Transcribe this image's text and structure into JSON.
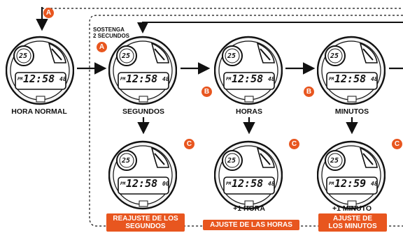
{
  "top_note": {
    "line1": "SOSTENGA",
    "line2": "2 SECUNDOS"
  },
  "markers": {
    "a": "A",
    "b": "B",
    "c": "C"
  },
  "watch_text": {
    "mode_small": "25",
    "pm": "PM",
    "time_main": "12:58",
    "time_sec": "48",
    "time_reset": "12:58",
    "sec_reset": "00",
    "time_plus_min": "12:59"
  },
  "labels": {
    "hora_normal": "HORA NORMAL",
    "segundos": "SEGUNDOS",
    "horas": "HORAS",
    "minutos": "MINUTOS",
    "plus_hora": "+1 HORA",
    "plus_minuto": "+1 MINUTO"
  },
  "badges": {
    "reajuste_line1": "REAJUSTE DE LOS",
    "reajuste_line2": "SEGUNDOS",
    "ajuste_horas": "AJUSTE DE LAS HORAS",
    "ajuste_minutos_line1": "AJUSTE DE",
    "ajuste_minutos_line2": "LOS MINUTOS"
  },
  "colors": {
    "accent": "#e8561f",
    "ink": "#111111",
    "bezel": "#f4f4f4",
    "button_blue": "#2b2a6e"
  }
}
